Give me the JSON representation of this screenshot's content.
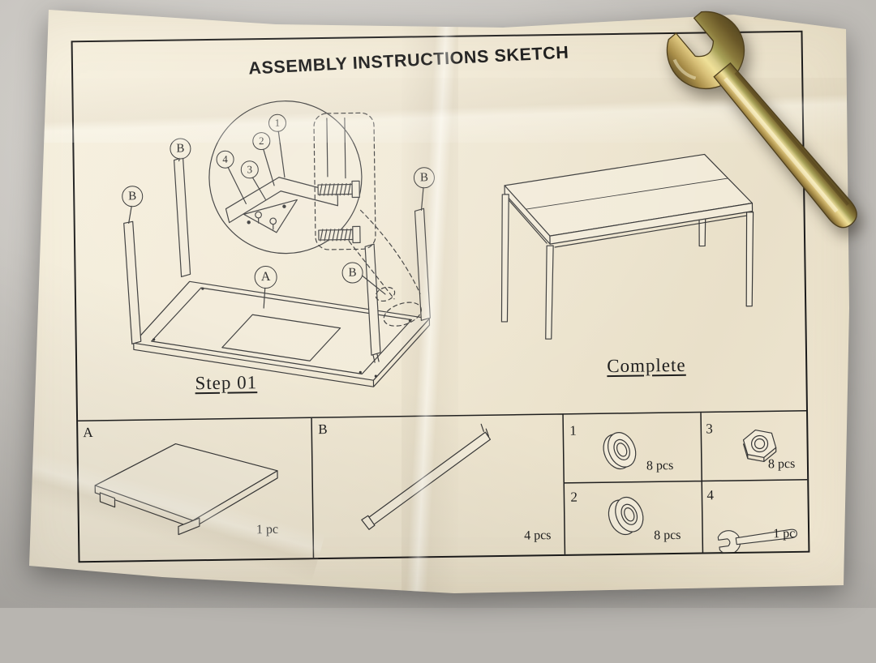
{
  "sheet": {
    "title": "ASSEMBLY INSTRUCTIONS SKETCH",
    "step_label": "Step 01",
    "complete_label": "Complete"
  },
  "markers": {
    "b": [
      "B",
      "B",
      "B",
      "B"
    ],
    "a": "A",
    "numbers": [
      "1",
      "2",
      "3",
      "4"
    ]
  },
  "parts": [
    {
      "id": "A",
      "qty": "1 pc"
    },
    {
      "id": "B",
      "qty": "4 pcs"
    },
    {
      "id": "1",
      "qty": "8 pcs"
    },
    {
      "id": "2",
      "qty": "8 pcs"
    },
    {
      "id": "3",
      "qty": "8 pcs"
    },
    {
      "id": "4",
      "qty": "1 pc"
    }
  ],
  "colors": {
    "paper": "#f1ead8",
    "ink": "#2f2f2f",
    "frame": "#1c1c1c",
    "wrench_brass": "#c9a95c"
  }
}
